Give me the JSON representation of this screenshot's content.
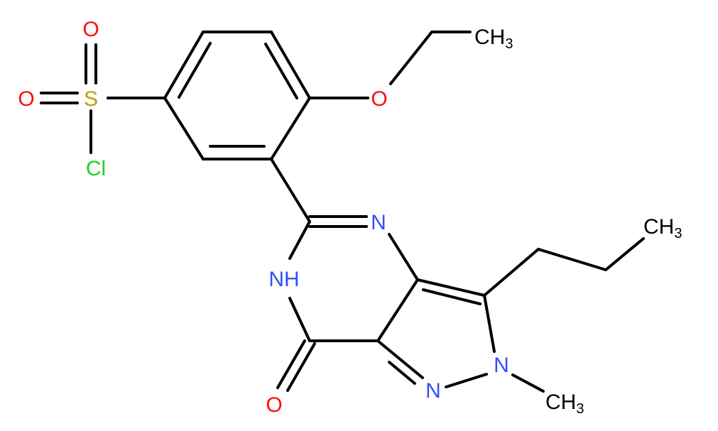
{
  "atoms": {
    "o_top": {
      "text": "O",
      "color": "#ff0d0d"
    },
    "o_left": {
      "text": "O",
      "color": "#ff0d0d"
    },
    "s": {
      "text": "S",
      "color": "#b8a100"
    },
    "cl": {
      "text": "Cl",
      "color": "#1fd01f"
    },
    "o_ether": {
      "text": "O",
      "color": "#ff0d0d"
    },
    "ch3_ethyl": {
      "text": "CH",
      "sub": "3",
      "color": "#000000"
    },
    "ch3_propyl": {
      "text": "CH",
      "sub": "3",
      "color": "#000000"
    },
    "n_ring": {
      "text": "N",
      "color": "#3050f8"
    },
    "nh": {
      "text": "NH",
      "color": "#3050f8"
    },
    "o_carbonyl": {
      "text": "O",
      "color": "#ff0d0d"
    },
    "n_pyrazole1": {
      "text": "N",
      "color": "#3050f8"
    },
    "n_pyrazole2": {
      "text": "N",
      "color": "#3050f8"
    },
    "ch3_nmethyl": {
      "text": "CH",
      "sub": "3",
      "color": "#000000"
    }
  }
}
